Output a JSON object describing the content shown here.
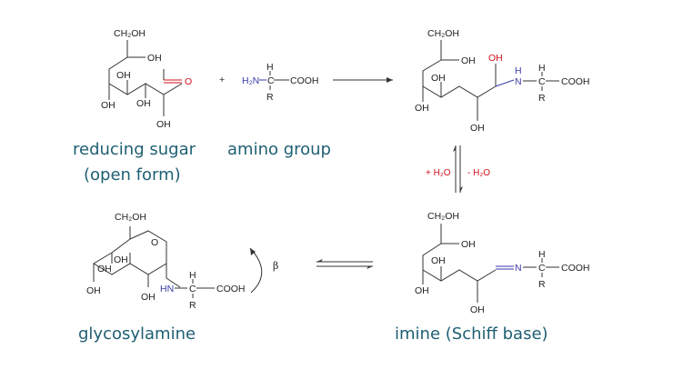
{
  "labels": {
    "ch2oh": "CH₂OH",
    "oh": "OH",
    "cooh": "COOH",
    "h": "H",
    "c": "C",
    "r": "R",
    "n": "N",
    "hn": "HN",
    "h2n": "H₂N",
    "o": "O",
    "plus": "+",
    "beta": "β"
  },
  "captions": {
    "reducing_sugar_line1": "reducing sugar",
    "reducing_sugar_line2": "(open form)",
    "amino_group": "amino group",
    "glycosylamine": "glycosylamine",
    "imine": "imine (Schiff base)"
  },
  "conditions": {
    "plus_water": "+ H₂O",
    "minus_water": "- H₂O"
  },
  "colors": {
    "caption": "#1f5f73",
    "red": "#d0101a",
    "blue": "#3a3aa8",
    "bond": "#333333"
  }
}
